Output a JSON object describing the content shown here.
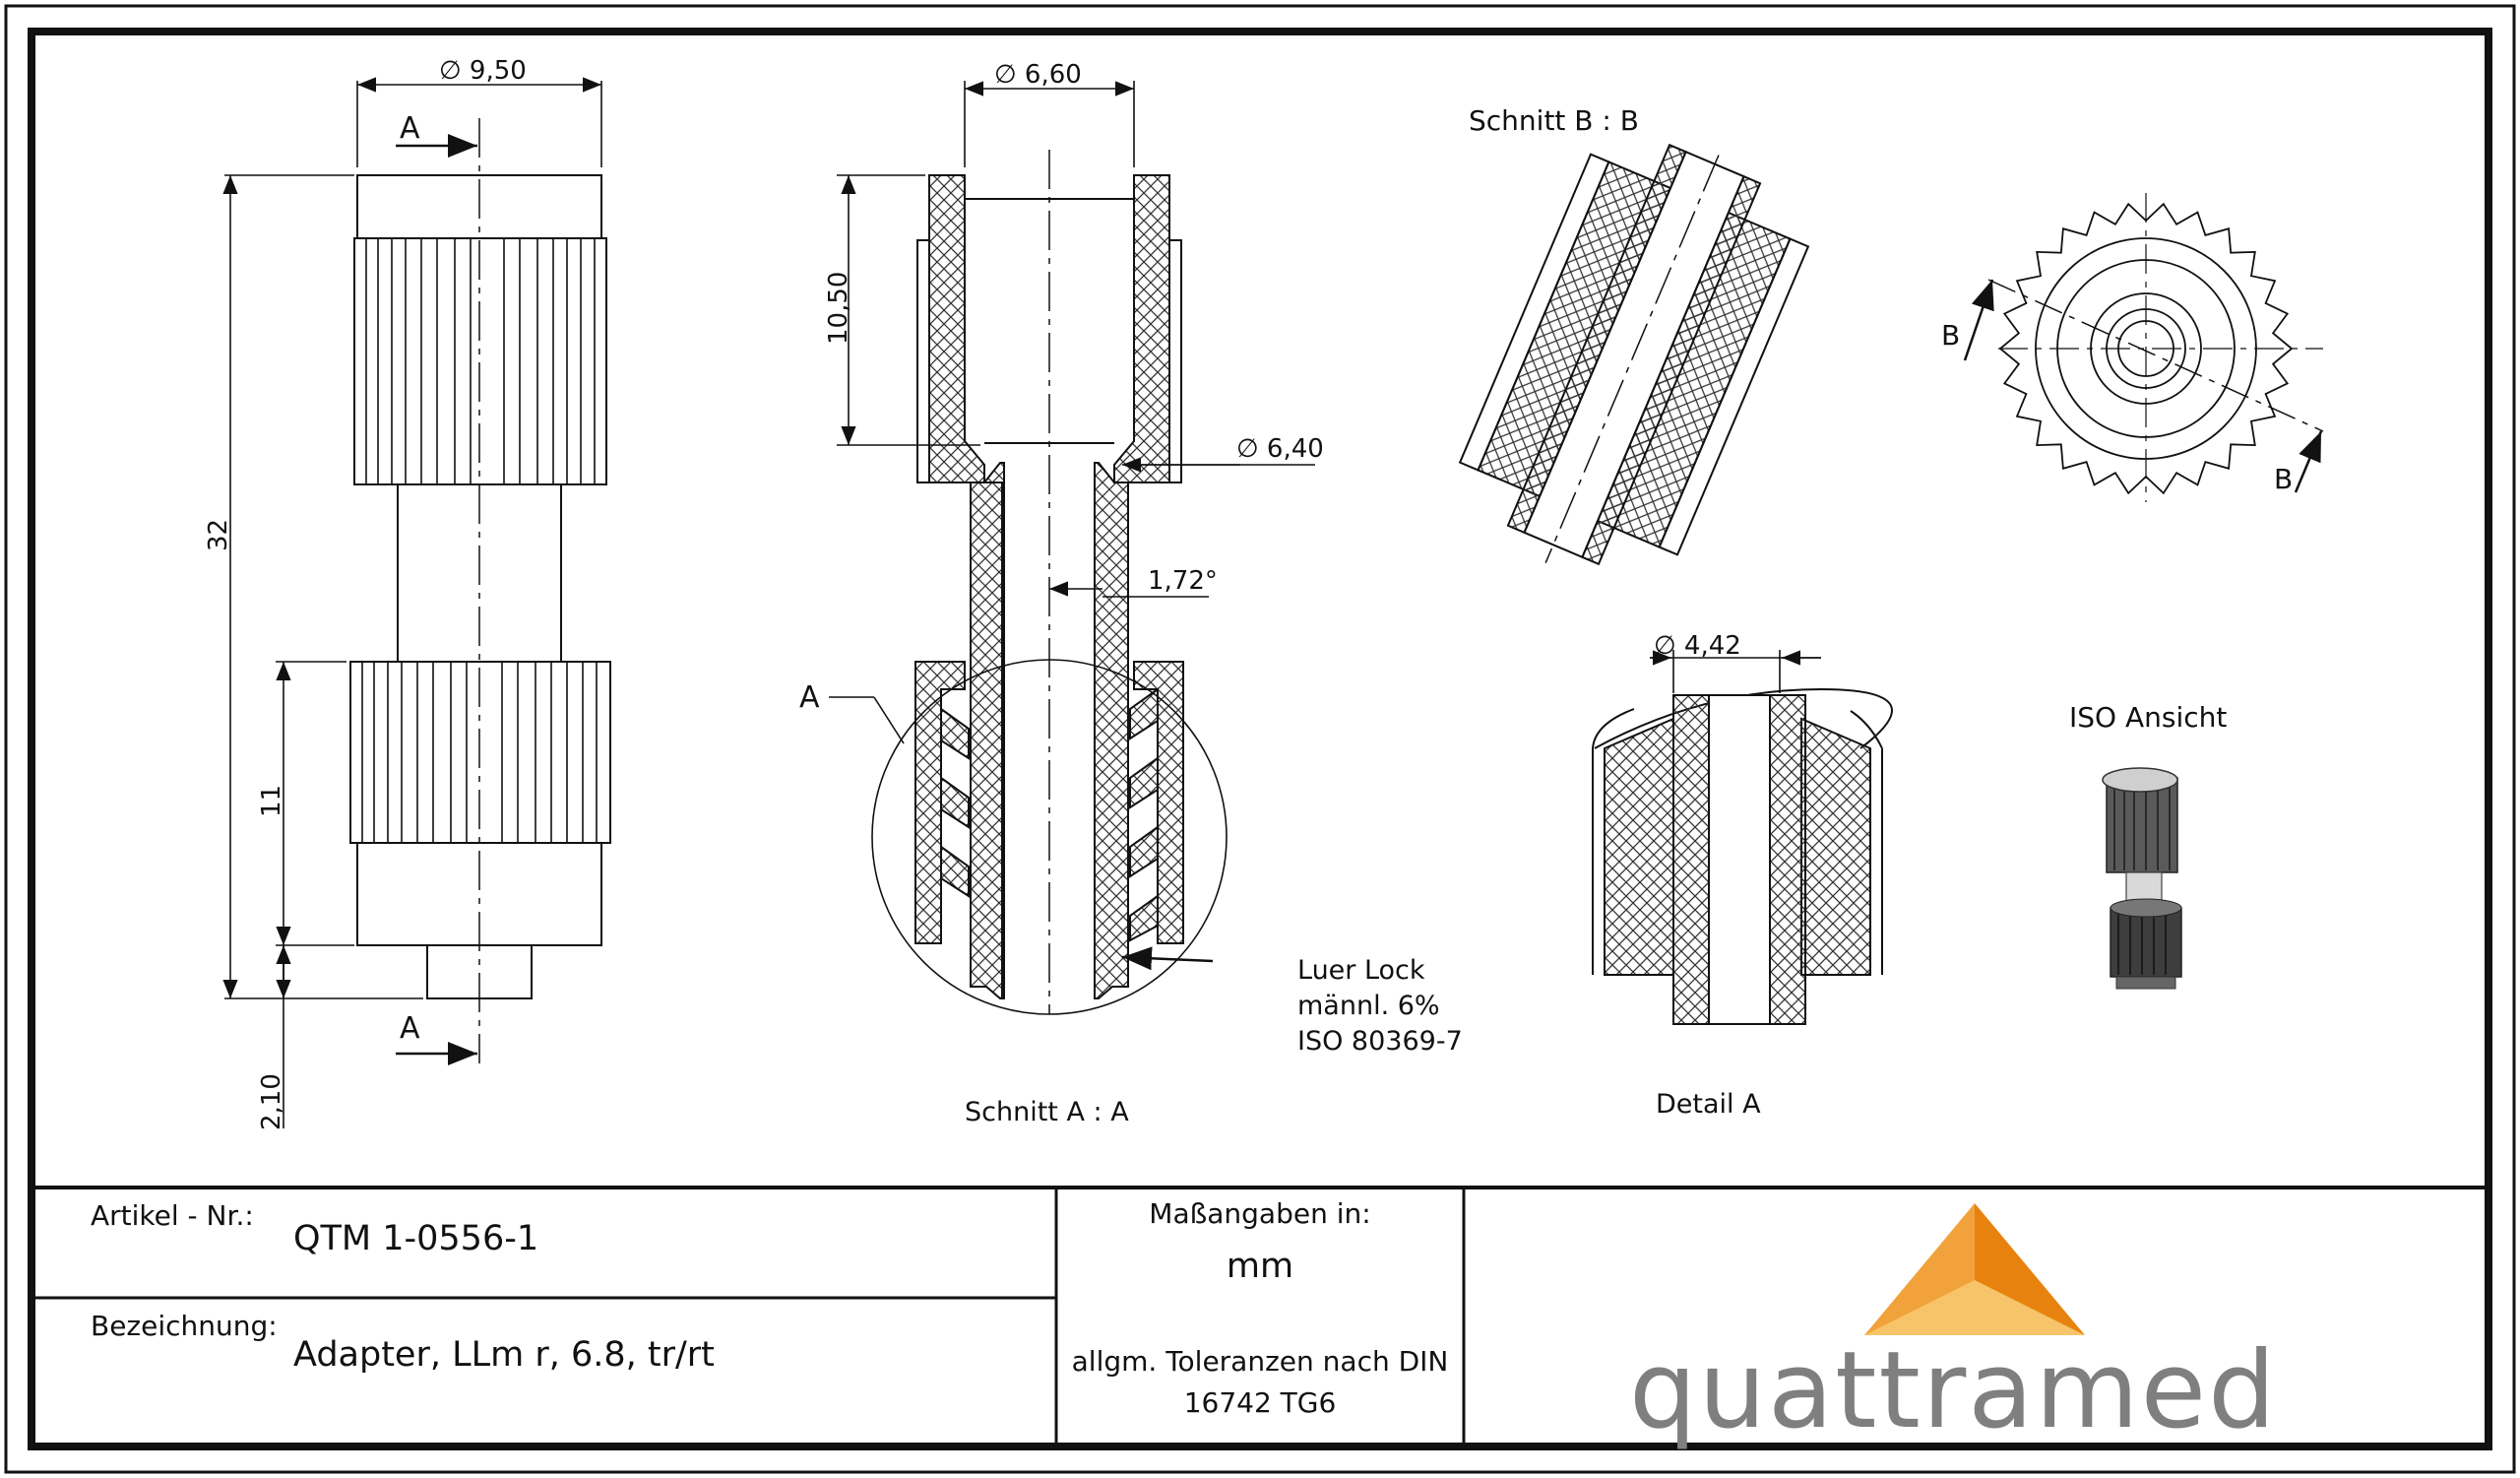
{
  "drawing": {
    "dimensions": {
      "dia_9_50": "∅ 9,50",
      "len_32": "32",
      "len_11": "11",
      "len_2_10": "2,10",
      "dia_6_60": "∅ 6,60",
      "len_10_50": "10,50",
      "dia_6_40": "∅ 6,40",
      "angle_1_72": "1,72°",
      "dia_4_42": "∅ 4,42"
    },
    "markers": {
      "section_a": "A",
      "detail_a": "A",
      "section_b": "B"
    },
    "labels": {
      "schnitt_aa": "Schnitt A : A",
      "schnitt_bb": "Schnitt B : B",
      "detail_a": "Detail A",
      "iso_ansicht": "ISO Ansicht",
      "luer_lines": [
        "Luer Lock",
        "männl. 6%",
        "ISO 80369-7"
      ]
    }
  },
  "title_block": {
    "article_label": "Artikel - Nr.:",
    "article_value": "QTM 1-0556-1",
    "designation_label": "Bezeichnung:",
    "designation_value": "Adapter, LLm r, 6.8, tr/rt",
    "units_label": "Maßangaben in:",
    "units_value": "mm",
    "tolerance_line1": "allgm. Toleranzen nach DIN",
    "tolerance_line2": "16742 TG6"
  },
  "logo": {
    "text": "quattramed",
    "colors": {
      "triangle_light": "#f7c46a",
      "triangle_mid": "#f2a23a",
      "triangle_dark": "#e8820f",
      "text": "#7f7f7f"
    }
  }
}
